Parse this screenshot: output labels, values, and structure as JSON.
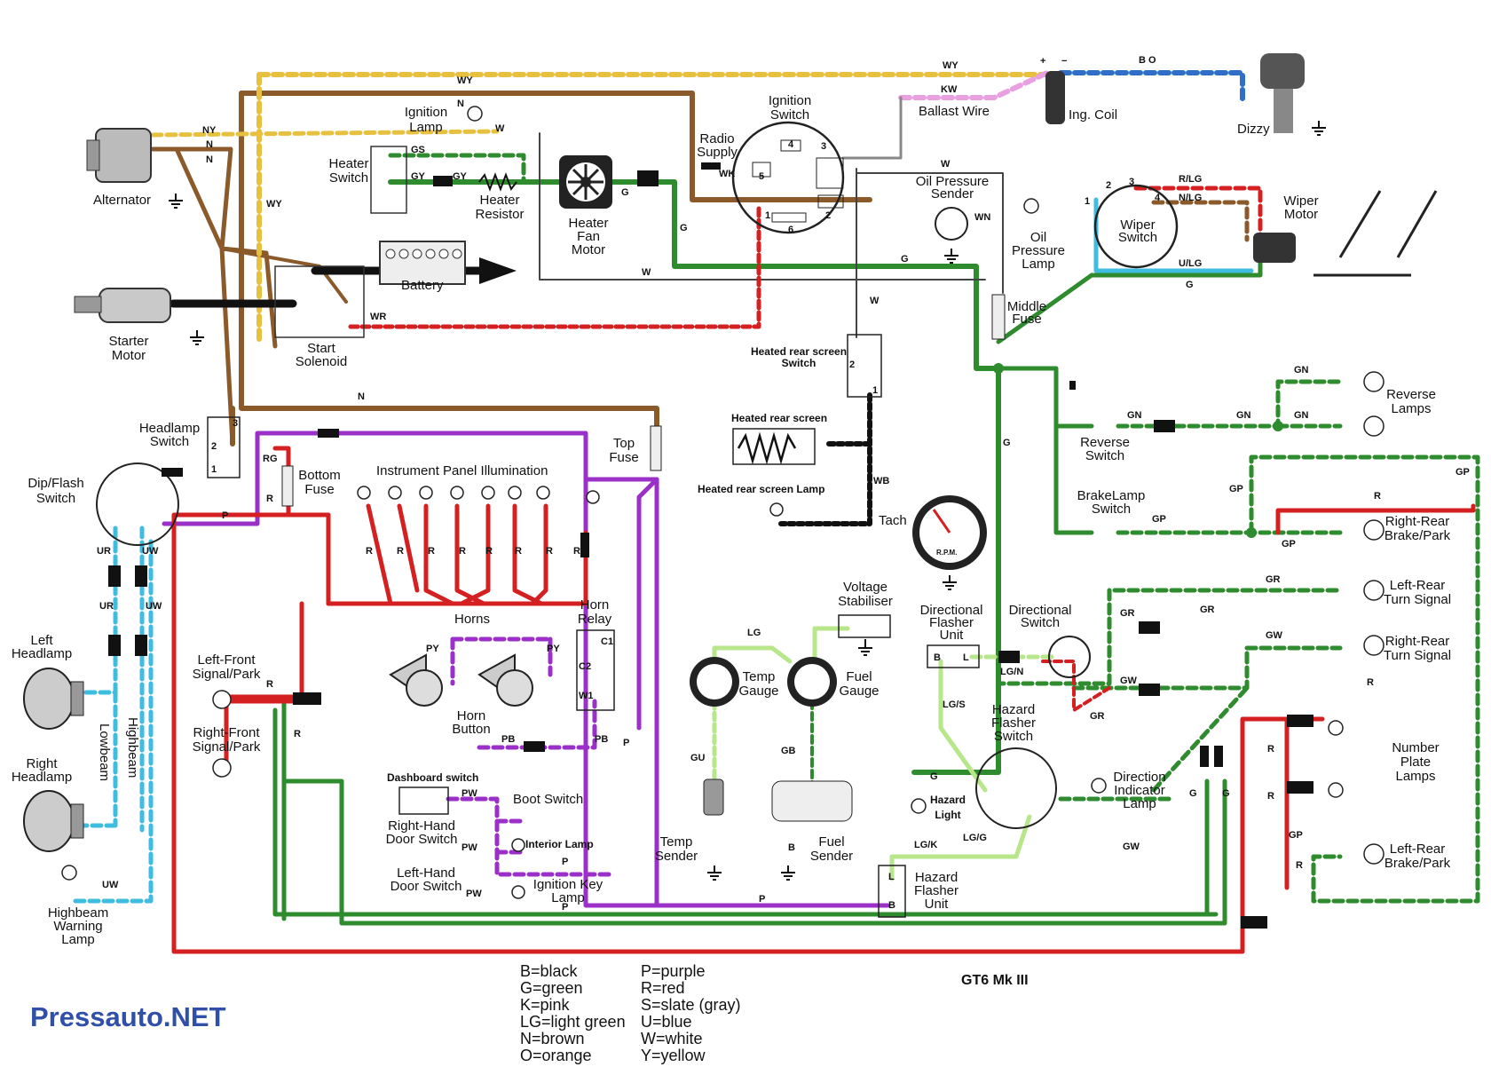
{
  "brand": "Pressauto.NET",
  "model": "GT6 Mk III",
  "colors": {
    "brown": "#8b5a2b",
    "green": "#2e8b2e",
    "purple": "#9b30c8",
    "red": "#d42020",
    "cyan": "#3fbde0",
    "black": "#111111",
    "pink": "#e8a0e0",
    "blue": "#2f6fc8",
    "lightgreen": "#b8e68a",
    "white": "#ffffff",
    "yellow": "#e8c040",
    "slate": "#888888"
  },
  "legend_left": [
    "B=black",
    "G=green",
    "K=pink",
    "LG=light green",
    "N=brown",
    "O=orange"
  ],
  "legend_right": [
    "P=purple",
    "R=red",
    "S=slate (gray)",
    "U=blue",
    "W=white",
    "Y=yellow"
  ],
  "components": [
    {
      "id": "alternator",
      "text": [
        "Alternator"
      ]
    },
    {
      "id": "ignition-lamp",
      "text": [
        "Ignition",
        "Lamp"
      ]
    },
    {
      "id": "heater-switch",
      "text": [
        "Heater",
        "Switch"
      ]
    },
    {
      "id": "heater-resistor",
      "text": [
        "Heater",
        "Resistor"
      ]
    },
    {
      "id": "heater-fan-motor",
      "text": [
        "Heater",
        "Fan",
        "Motor"
      ]
    },
    {
      "id": "radio-supply",
      "text": [
        "Radio",
        "Supply"
      ]
    },
    {
      "id": "ignition-switch",
      "text": [
        "Ignition",
        "Switch"
      ]
    },
    {
      "id": "ballast-wire",
      "text": [
        "Ballast Wire"
      ]
    },
    {
      "id": "ing-coil",
      "text": [
        "Ing. Coil"
      ]
    },
    {
      "id": "dizzy",
      "text": [
        "Dizzy"
      ]
    },
    {
      "id": "battery",
      "text": [
        "Battery"
      ]
    },
    {
      "id": "starter-motor",
      "text": [
        "Starter",
        "Motor"
      ]
    },
    {
      "id": "start-solenoid",
      "text": [
        "Start",
        "Solenoid"
      ]
    },
    {
      "id": "oil-pressure-sender",
      "text": [
        "Oil Pressure",
        "Sender"
      ]
    },
    {
      "id": "oil-pressure-lamp",
      "text": [
        "Oil",
        "Pressure",
        "Lamp"
      ]
    },
    {
      "id": "wiper-switch",
      "text": [
        "Wiper",
        "Switch"
      ]
    },
    {
      "id": "wiper-motor",
      "text": [
        "Wiper",
        "Motor"
      ]
    },
    {
      "id": "middle-fuse",
      "text": [
        "Middle",
        "Fuse"
      ]
    },
    {
      "id": "heated-rear-screen-switch",
      "text": [
        "Heated rear screen",
        "Switch"
      ]
    },
    {
      "id": "heated-rear-screen",
      "text": [
        "Heated rear screen"
      ]
    },
    {
      "id": "heated-rear-screen-lamp",
      "text": [
        "Heated rear screen Lamp"
      ]
    },
    {
      "id": "headlamp-switch",
      "text": [
        "Headlamp",
        "Switch"
      ]
    },
    {
      "id": "dip-flash-switch",
      "text": [
        "Dip/Flash",
        "Switch"
      ]
    },
    {
      "id": "bottom-fuse",
      "text": [
        "Bottom",
        "Fuse"
      ]
    },
    {
      "id": "instrument-panel-illumination",
      "text": [
        "Instrument Panel Illumination"
      ]
    },
    {
      "id": "top-fuse",
      "text": [
        "Top",
        "Fuse"
      ]
    },
    {
      "id": "tach",
      "text": [
        "Tach"
      ]
    },
    {
      "id": "reverse-switch",
      "text": [
        "Reverse",
        "Switch"
      ]
    },
    {
      "id": "reverse-lamps",
      "text": [
        "Reverse",
        "Lamps"
      ]
    },
    {
      "id": "brakelamp-switch",
      "text": [
        "BrakeLamp",
        "Switch"
      ]
    },
    {
      "id": "right-rear-brake-park",
      "text": [
        "Right-Rear",
        "Brake/Park"
      ]
    },
    {
      "id": "left-rear-turn-signal",
      "text": [
        "Left-Rear",
        "Turn Signal"
      ]
    },
    {
      "id": "right-rear-turn-signal",
      "text": [
        "Right-Rear",
        "Turn Signal"
      ]
    },
    {
      "id": "left-headlamp",
      "text": [
        "Left",
        "Headlamp"
      ]
    },
    {
      "id": "right-headlamp",
      "text": [
        "Right",
        "Headlamp"
      ]
    },
    {
      "id": "lowbeam",
      "text": [
        "Lowbeam"
      ]
    },
    {
      "id": "highbeam",
      "text": [
        "Highbeam"
      ]
    },
    {
      "id": "highbeam-warning-lamp",
      "text": [
        "Highbeam",
        "Warning",
        "Lamp"
      ]
    },
    {
      "id": "left-front-signal-park",
      "text": [
        "Left-Front",
        "Signal/Park"
      ]
    },
    {
      "id": "right-front-signal-park",
      "text": [
        "Right-Front",
        "Signal/Park"
      ]
    },
    {
      "id": "horns",
      "text": [
        "Horns"
      ]
    },
    {
      "id": "horn-relay",
      "text": [
        "Horn",
        "Relay"
      ]
    },
    {
      "id": "horn-button",
      "text": [
        "Horn",
        "Button"
      ]
    },
    {
      "id": "dashboard-switch",
      "text": [
        "Dashboard switch"
      ]
    },
    {
      "id": "boot-switch",
      "text": [
        "Boot Switch"
      ]
    },
    {
      "id": "right-hand-door-switch",
      "text": [
        "Right-Hand",
        "Door Switch"
      ]
    },
    {
      "id": "interior-lamp",
      "text": [
        "Interior Lamp"
      ]
    },
    {
      "id": "left-hand-door-switch",
      "text": [
        "Left-Hand",
        "Door Switch"
      ]
    },
    {
      "id": "ignition-key-lamp",
      "text": [
        "Ignition Key",
        "Lamp"
      ]
    },
    {
      "id": "voltage-stabiliser",
      "text": [
        "Voltage",
        "Stabiliser"
      ]
    },
    {
      "id": "temp-gauge",
      "text": [
        "Temp",
        "Gauge"
      ]
    },
    {
      "id": "fuel-gauge",
      "text": [
        "Fuel",
        "Gauge"
      ]
    },
    {
      "id": "temp-sender",
      "text": [
        "Temp",
        "Sender"
      ]
    },
    {
      "id": "fuel-sender",
      "text": [
        "Fuel",
        "Sender"
      ]
    },
    {
      "id": "directional-flasher-unit",
      "text": [
        "Directional",
        "Flasher",
        "Unit"
      ]
    },
    {
      "id": "directional-switch",
      "text": [
        "Directional",
        "Switch"
      ]
    },
    {
      "id": "hazard-flasher-switch",
      "text": [
        "Hazard",
        "Flasher",
        "Switch"
      ]
    },
    {
      "id": "direction-indicator-lamp",
      "text": [
        "Direction",
        "Indicator",
        "Lamp"
      ]
    },
    {
      "id": "hazard-light",
      "text": [
        "Hazard",
        "Light"
      ]
    },
    {
      "id": "hazard-flasher-unit",
      "text": [
        "Hazard",
        "Flasher",
        "Unit"
      ]
    },
    {
      "id": "number-plate-lamps",
      "text": [
        "Number",
        "Plate",
        "Lamps"
      ]
    },
    {
      "id": "left-rear-brake-park",
      "text": [
        "Left-Rear",
        "Brake/Park"
      ]
    }
  ],
  "wire_codes": [
    {
      "id": "wy-top",
      "text": "WY"
    },
    {
      "id": "wy-coil",
      "text": "WY"
    },
    {
      "id": "bo",
      "text": "B O"
    },
    {
      "id": "kw",
      "text": "KW"
    },
    {
      "id": "ny",
      "text": "NY"
    },
    {
      "id": "n-alt1",
      "text": "N"
    },
    {
      "id": "n-alt2",
      "text": "N"
    },
    {
      "id": "wy-left",
      "text": "WY"
    },
    {
      "id": "gs",
      "text": "GS"
    },
    {
      "id": "gy1",
      "text": "GY"
    },
    {
      "id": "gy2",
      "text": "GY"
    },
    {
      "id": "n-lamp",
      "text": "N"
    },
    {
      "id": "w-lamp",
      "text": "W"
    },
    {
      "id": "g-fan",
      "text": "G"
    },
    {
      "id": "g-ign",
      "text": "G"
    },
    {
      "id": "wk",
      "text": "WK"
    },
    {
      "id": "w-oil",
      "text": "W"
    },
    {
      "id": "wn",
      "text": "WN"
    },
    {
      "id": "g-main",
      "text": "G"
    },
    {
      "id": "w-main",
      "text": "W"
    },
    {
      "id": "wr",
      "text": "WR"
    },
    {
      "id": "n-main",
      "text": "N"
    },
    {
      "id": "w-hrs",
      "text": "W"
    },
    {
      "id": "r-lg",
      "text": "R/LG"
    },
    {
      "id": "n-lg",
      "text": "N/LG"
    },
    {
      "id": "u-lg",
      "text": "U/LG"
    },
    {
      "id": "g-wiper",
      "text": "G"
    },
    {
      "id": "g-mid",
      "text": "G"
    },
    {
      "id": "wb",
      "text": "WB"
    },
    {
      "id": "rg",
      "text": "RG"
    },
    {
      "id": "p-dip",
      "text": "P"
    },
    {
      "id": "ur1",
      "text": "UR"
    },
    {
      "id": "uw1",
      "text": "UW"
    },
    {
      "id": "ur2",
      "text": "UR"
    },
    {
      "id": "uw2",
      "text": "UW"
    },
    {
      "id": "gn1",
      "text": "GN"
    },
    {
      "id": "gn2",
      "text": "GN"
    },
    {
      "id": "gn3",
      "text": "GN"
    },
    {
      "id": "gn4",
      "text": "GN"
    },
    {
      "id": "gp1",
      "text": "GP"
    },
    {
      "id": "gp2",
      "text": "GP"
    },
    {
      "id": "gp3",
      "text": "GP"
    },
    {
      "id": "gp4",
      "text": "GP"
    },
    {
      "id": "r-rr",
      "text": "R"
    },
    {
      "id": "gr1",
      "text": "GR"
    },
    {
      "id": "gr2",
      "text": "GR"
    },
    {
      "id": "gr3",
      "text": "GR"
    },
    {
      "id": "gr4",
      "text": "GR"
    },
    {
      "id": "gw1",
      "text": "GW"
    },
    {
      "id": "gw2",
      "text": "GW"
    },
    {
      "id": "gw3",
      "text": "GW"
    },
    {
      "id": "lg",
      "text": "LG"
    },
    {
      "id": "lgn",
      "text": "LG/N"
    },
    {
      "id": "lgs",
      "text": "LG/S"
    },
    {
      "id": "gu",
      "text": "GU"
    },
    {
      "id": "gb",
      "text": "GB"
    },
    {
      "id": "b-fuel",
      "text": "B"
    },
    {
      "id": "g-haz",
      "text": "G"
    },
    {
      "id": "lgg",
      "text": "LG/G"
    },
    {
      "id": "lgk",
      "text": "LG/K"
    },
    {
      "id": "r-np",
      "text": "R"
    },
    {
      "id": "r-np2",
      "text": "R"
    },
    {
      "id": "r-lrb",
      "text": "R"
    },
    {
      "id": "gp-lrb",
      "text": "GP"
    },
    {
      "id": "g-r1",
      "text": "G"
    },
    {
      "id": "g-r2",
      "text": "G"
    },
    {
      "id": "r-lf",
      "text": "R"
    },
    {
      "id": "r-rf",
      "text": "R"
    },
    {
      "id": "p-horn",
      "text": "P"
    },
    {
      "id": "py1",
      "text": "PY"
    },
    {
      "id": "py2",
      "text": "PY"
    },
    {
      "id": "pb1",
      "text": "PB"
    },
    {
      "id": "pb2",
      "text": "PB"
    },
    {
      "id": "pw1",
      "text": "PW"
    },
    {
      "id": "pw2",
      "text": "PW"
    },
    {
      "id": "pw3",
      "text": "PW"
    },
    {
      "id": "p-int",
      "text": "P"
    },
    {
      "id": "p-key",
      "text": "P"
    },
    {
      "id": "p-bottom",
      "text": "P"
    },
    {
      "id": "uw-hb",
      "text": "UW"
    },
    {
      "id": "r-ip1",
      "text": "R"
    },
    {
      "id": "r-ip2",
      "text": "R"
    },
    {
      "id": "r-ip3",
      "text": "R"
    },
    {
      "id": "r-ip4",
      "text": "R"
    },
    {
      "id": "r-ip5",
      "text": "R"
    },
    {
      "id": "r-ip6",
      "text": "R"
    },
    {
      "id": "r-ip7",
      "text": "R"
    },
    {
      "id": "r-ip8",
      "text": "R"
    },
    {
      "id": "r-bottom-fuse",
      "text": "R"
    },
    {
      "id": "r-rt",
      "text": "R"
    }
  ],
  "terminals": [
    {
      "id": "c1",
      "text": "C1"
    },
    {
      "id": "c2",
      "text": "C2"
    },
    {
      "id": "w1",
      "text": "W1"
    },
    {
      "id": "b-flash",
      "text": "B"
    },
    {
      "id": "l-flash",
      "text": "L"
    },
    {
      "id": "l-haz",
      "text": "L"
    },
    {
      "id": "b-haz",
      "text": "B"
    },
    {
      "id": "t1",
      "text": "1"
    },
    {
      "id": "t2",
      "text": "2"
    },
    {
      "id": "t3",
      "text": "3"
    },
    {
      "id": "t4",
      "text": "4"
    },
    {
      "id": "t5",
      "text": "5"
    },
    {
      "id": "t6",
      "text": "6"
    },
    {
      "id": "hs1",
      "text": "1"
    },
    {
      "id": "hs2",
      "text": "2"
    },
    {
      "id": "hs3",
      "text": "3"
    },
    {
      "id": "hr1",
      "text": "1"
    },
    {
      "id": "hr2",
      "text": "2"
    },
    {
      "id": "wp1",
      "text": "1"
    },
    {
      "id": "wp2",
      "text": "2"
    },
    {
      "id": "wp3",
      "text": "3"
    },
    {
      "id": "wp4",
      "text": "4"
    },
    {
      "id": "plus",
      "text": "+"
    },
    {
      "id": "minus",
      "text": "−"
    },
    {
      "id": "rpm",
      "text": "R.P.M."
    }
  ]
}
